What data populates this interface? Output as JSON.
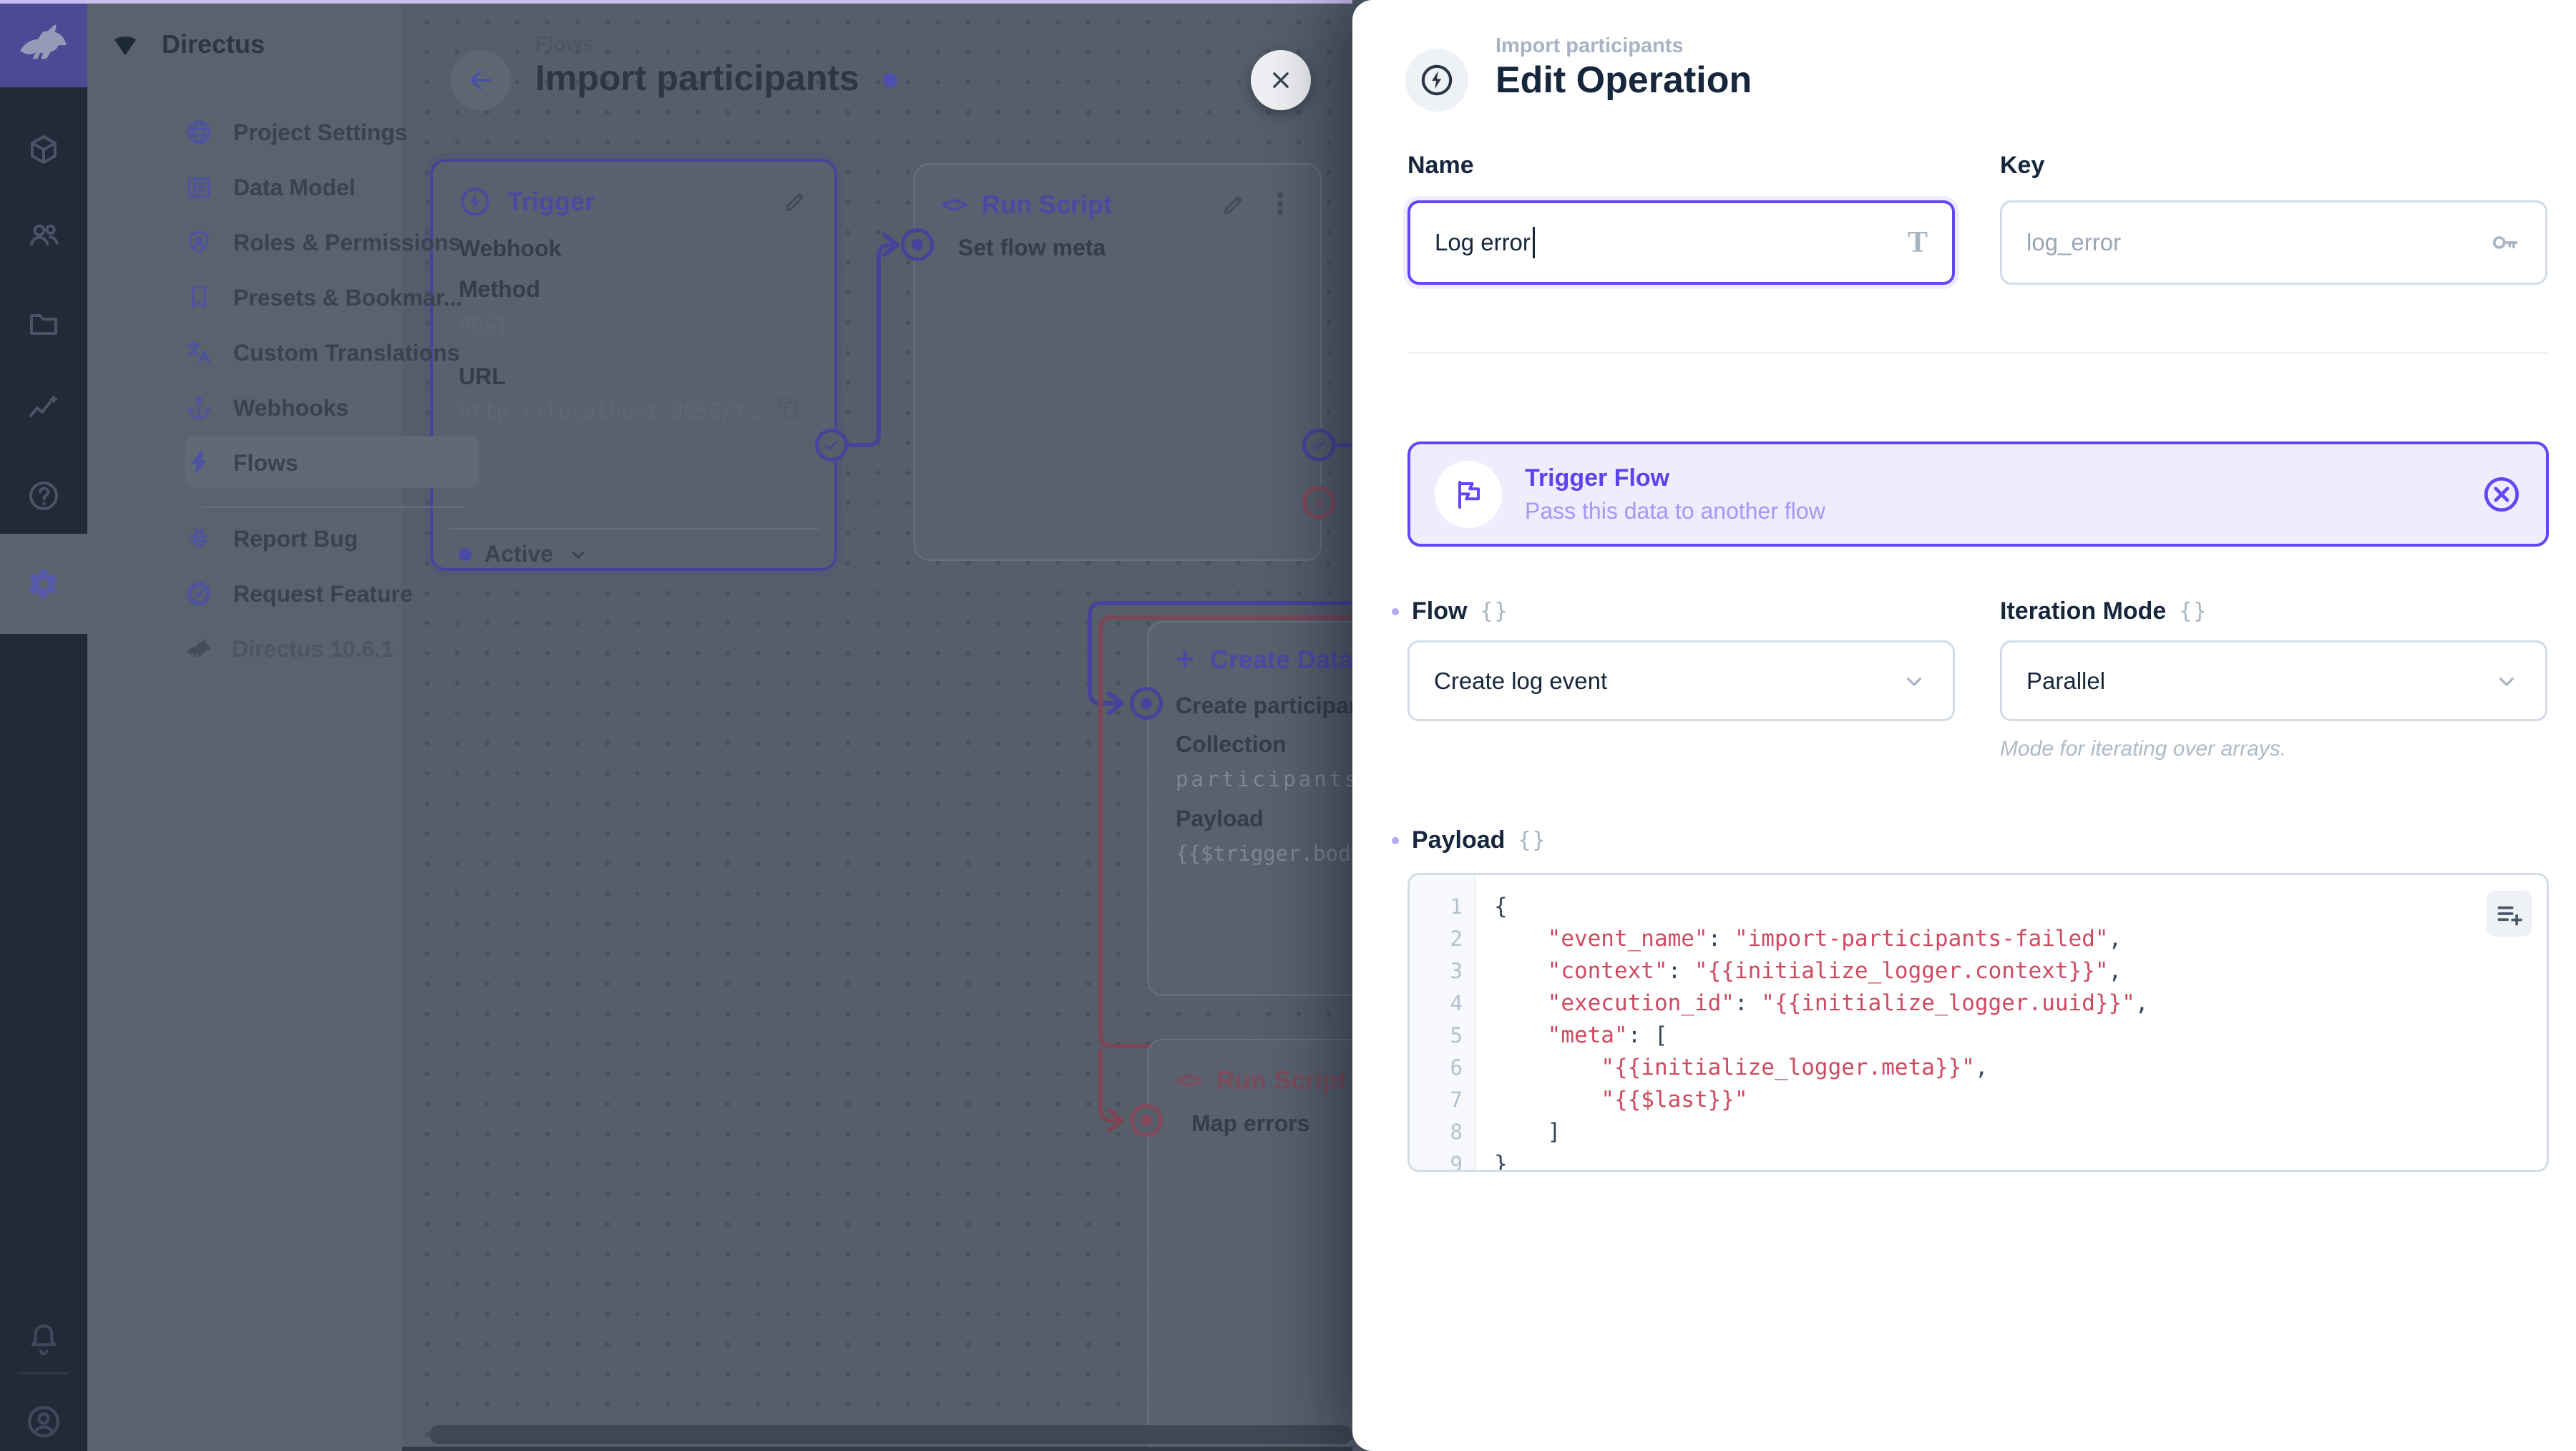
{
  "app": {
    "accent_color": "#6644ff",
    "code_string_color": "#cf4a60"
  },
  "module_bar": {
    "modules": [
      {
        "icon": "box-icon"
      },
      {
        "icon": "users-icon"
      },
      {
        "icon": "folder-icon"
      },
      {
        "icon": "insights-icon"
      },
      {
        "icon": "help-icon"
      },
      {
        "icon": "gear-icon",
        "active": true
      }
    ],
    "bottom": [
      {
        "icon": "bell-icon"
      },
      {
        "icon": "avatar-icon"
      }
    ]
  },
  "nav": {
    "project_name": "Directus",
    "items": [
      {
        "icon": "globe",
        "label": "Project Settings"
      },
      {
        "icon": "list",
        "label": "Data Model"
      },
      {
        "icon": "shield",
        "label": "Roles & Permissions"
      },
      {
        "icon": "bookmark",
        "label": "Presets & Bookmar..."
      },
      {
        "icon": "translate",
        "label": "Custom Translations"
      },
      {
        "icon": "anchor",
        "label": "Webhooks"
      },
      {
        "icon": "bolt",
        "label": "Flows",
        "active": true
      }
    ],
    "secondary": [
      {
        "icon": "bug",
        "label": "Report Bug"
      },
      {
        "icon": "medal",
        "label": "Request Feature"
      }
    ],
    "version": "Directus 10.6.1"
  },
  "canvas": {
    "breadcrumb": "Flows",
    "title": "Import participants",
    "trigger_panel": {
      "title": "Trigger",
      "type": "Webhook",
      "method_label": "Method",
      "method_value": "POST",
      "url_label": "URL",
      "url_value": "http://localhost:8056/f…",
      "status_label": "Active"
    },
    "run_script_panel": {
      "title": "Run Script",
      "name": "Set flow meta"
    },
    "create_data_panel": {
      "title": "Create Data",
      "name": "Create participant",
      "collection_label": "Collection",
      "collection_value": "participants",
      "payload_label": "Payload",
      "payload_value": "{{$trigger.bod"
    },
    "map_errors_panel": {
      "title": "Run Script",
      "name": "Map errors"
    }
  },
  "drawer": {
    "breadcrumb": "Import participants",
    "title": "Edit Operation",
    "name_label": "Name",
    "name_value": "Log error",
    "key_label": "Key",
    "key_value": "log_error",
    "notice": {
      "title": "Trigger Flow",
      "subtitle": "Pass this data to another flow"
    },
    "flow_label": "Flow",
    "flow_value": "Create log event",
    "iteration_label": "Iteration Mode",
    "iteration_value": "Parallel",
    "iteration_note": "Mode for iterating over arrays.",
    "payload_label": "Payload",
    "payload_editor": {
      "language": "json",
      "lines": [
        [
          {
            "t": "p",
            "v": "{"
          }
        ],
        [
          {
            "t": "p",
            "v": "    "
          },
          {
            "t": "s",
            "v": "\"event_name\""
          },
          {
            "t": "p",
            "v": ": "
          },
          {
            "t": "s",
            "v": "\"import-participants-failed\""
          },
          {
            "t": "p",
            "v": ","
          }
        ],
        [
          {
            "t": "p",
            "v": "    "
          },
          {
            "t": "s",
            "v": "\"context\""
          },
          {
            "t": "p",
            "v": ": "
          },
          {
            "t": "s",
            "v": "\"{{initialize_logger.context}}\""
          },
          {
            "t": "p",
            "v": ","
          }
        ],
        [
          {
            "t": "p",
            "v": "    "
          },
          {
            "t": "s",
            "v": "\"execution_id\""
          },
          {
            "t": "p",
            "v": ": "
          },
          {
            "t": "s",
            "v": "\"{{initialize_logger.uuid}}\""
          },
          {
            "t": "p",
            "v": ","
          }
        ],
        [
          {
            "t": "p",
            "v": "    "
          },
          {
            "t": "s",
            "v": "\"meta\""
          },
          {
            "t": "p",
            "v": ": ["
          }
        ],
        [
          {
            "t": "p",
            "v": "        "
          },
          {
            "t": "s",
            "v": "\"{{initialize_logger.meta}}\""
          },
          {
            "t": "p",
            "v": ","
          }
        ],
        [
          {
            "t": "p",
            "v": "        "
          },
          {
            "t": "s",
            "v": "\"{{$last}}\""
          }
        ],
        [
          {
            "t": "p",
            "v": "    ]"
          }
        ],
        [
          {
            "t": "p",
            "v": "}"
          }
        ]
      ]
    }
  }
}
